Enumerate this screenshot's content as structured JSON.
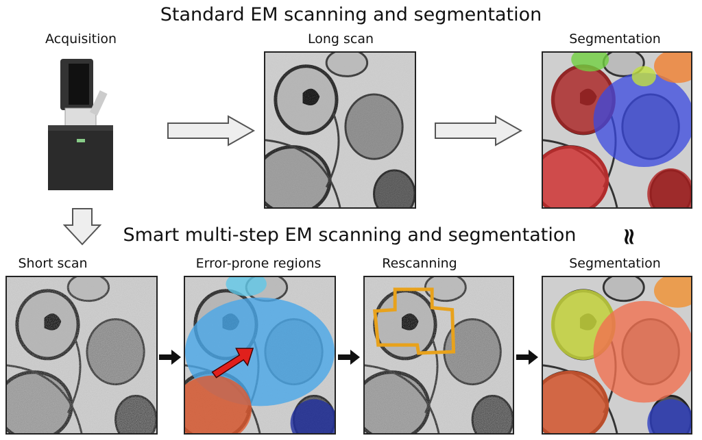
{
  "titles": {
    "standard": "Standard EM scanning and segmentation",
    "smart": "Smart multi-step EM scanning and segmentation"
  },
  "labels": {
    "acquisition": "Acquisition",
    "long_scan": "Long scan",
    "segmentation_top": "Segmentation",
    "short_scan": "Short scan",
    "error_prone": "Error-prone regions",
    "rescanning": "Rescanning",
    "segmentation_bottom": "Segmentation"
  },
  "approx_symbol": "≈",
  "colors": {
    "highlight": "#e8a21c",
    "error_arrow": "#e0201c",
    "blue_seg": "#4a5fe0",
    "red_seg": "#d84040",
    "light_blue": "#5ab0e8",
    "yellow_green": "#c8d640"
  }
}
